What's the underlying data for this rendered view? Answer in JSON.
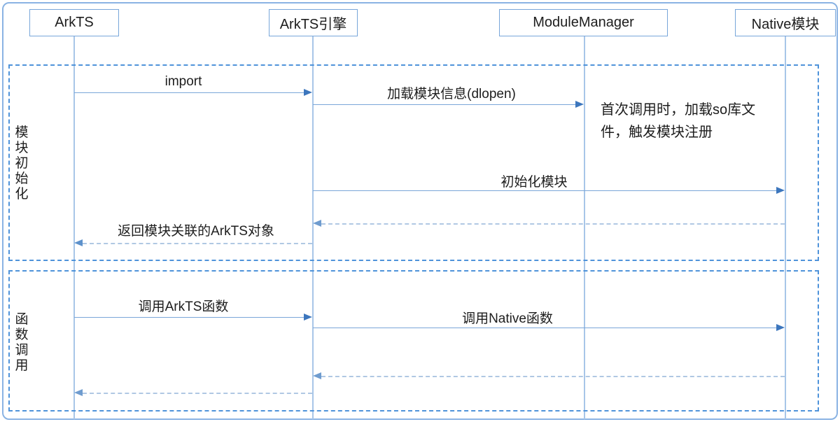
{
  "diagram": {
    "type": "sequence",
    "actors": [
      {
        "label": "ArkTS"
      },
      {
        "label": "ArkTS引擎"
      },
      {
        "label": "ModuleManager"
      },
      {
        "label": "Native模块"
      }
    ],
    "frames": [
      {
        "label": "模块初始化"
      },
      {
        "label": "函数调用"
      }
    ],
    "messages": [
      {
        "from": "ArkTS",
        "to": "ArkTS引擎",
        "label": "import",
        "line": "solid"
      },
      {
        "from": "ArkTS引擎",
        "to": "ModuleManager",
        "label": "加载模块信息(dlopen)",
        "line": "solid"
      },
      {
        "from": "ArkTS引擎",
        "to": "Native模块",
        "label": "初始化模块",
        "line": "solid"
      },
      {
        "from": "Native模块",
        "to": "ArkTS引擎",
        "label": "",
        "line": "dashed"
      },
      {
        "from": "ArkTS引擎",
        "to": "ArkTS",
        "label": "返回模块关联的ArkTS对象",
        "line": "dashed"
      },
      {
        "from": "ArkTS",
        "to": "ArkTS引擎",
        "label": "调用ArkTS函数",
        "line": "solid"
      },
      {
        "from": "ArkTS引擎",
        "to": "Native模块",
        "label": "调用Native函数",
        "line": "solid"
      },
      {
        "from": "Native模块",
        "to": "ArkTS引擎",
        "label": "",
        "line": "dashed"
      },
      {
        "from": "ArkTS引擎",
        "to": "ArkTS",
        "label": "",
        "line": "dashed"
      }
    ],
    "note": {
      "text": "首次调用时，加载so库文件，触发模块注册"
    },
    "colors": {
      "outer_border": "#8ab3e3",
      "actor_border": "#78a6da",
      "lifeline": "#a8c6e8",
      "frame_border": "#4f93da",
      "solid_arrow": "#7aa6d8",
      "solid_arrowhead": "#3c76bd",
      "dashed_arrow": "#b0c8e3",
      "dashed_arrowhead": "#5d91cb",
      "text": "#1d1d1d",
      "background": "#ffffff"
    }
  }
}
